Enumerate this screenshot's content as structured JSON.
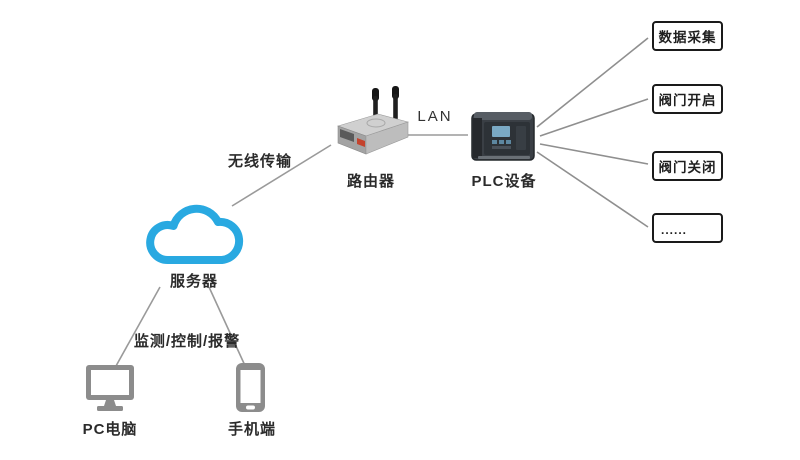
{
  "diagram": {
    "title_implicit": "PLC remote monitoring network diagram",
    "colors": {
      "background": "#ffffff",
      "cloud_blue": "#29a9e1",
      "device_gray": "#8c8c8c",
      "line_gray": "#9a9a9a",
      "box_border": "#1a1a1a",
      "text": "#2b2b2b"
    },
    "nodes": {
      "server": {
        "label": "服务器",
        "icon": "cloud-icon"
      },
      "router": {
        "label": "路由器",
        "icon": "router-icon"
      },
      "plc": {
        "label": "PLC设备",
        "icon": "plc-icon"
      },
      "pc": {
        "label": "PC电脑",
        "icon": "pc-monitor-icon"
      },
      "phone": {
        "label": "手机端",
        "icon": "phone-icon"
      }
    },
    "links": {
      "wireless": {
        "label": "无线传输"
      },
      "lan": {
        "label": "LAN"
      },
      "monitor": {
        "label": "监测/控制/报警"
      }
    },
    "outputs": [
      {
        "label": "数据采集"
      },
      {
        "label": "阀门开启"
      },
      {
        "label": "阀门关闭"
      },
      {
        "label": "......"
      }
    ]
  }
}
